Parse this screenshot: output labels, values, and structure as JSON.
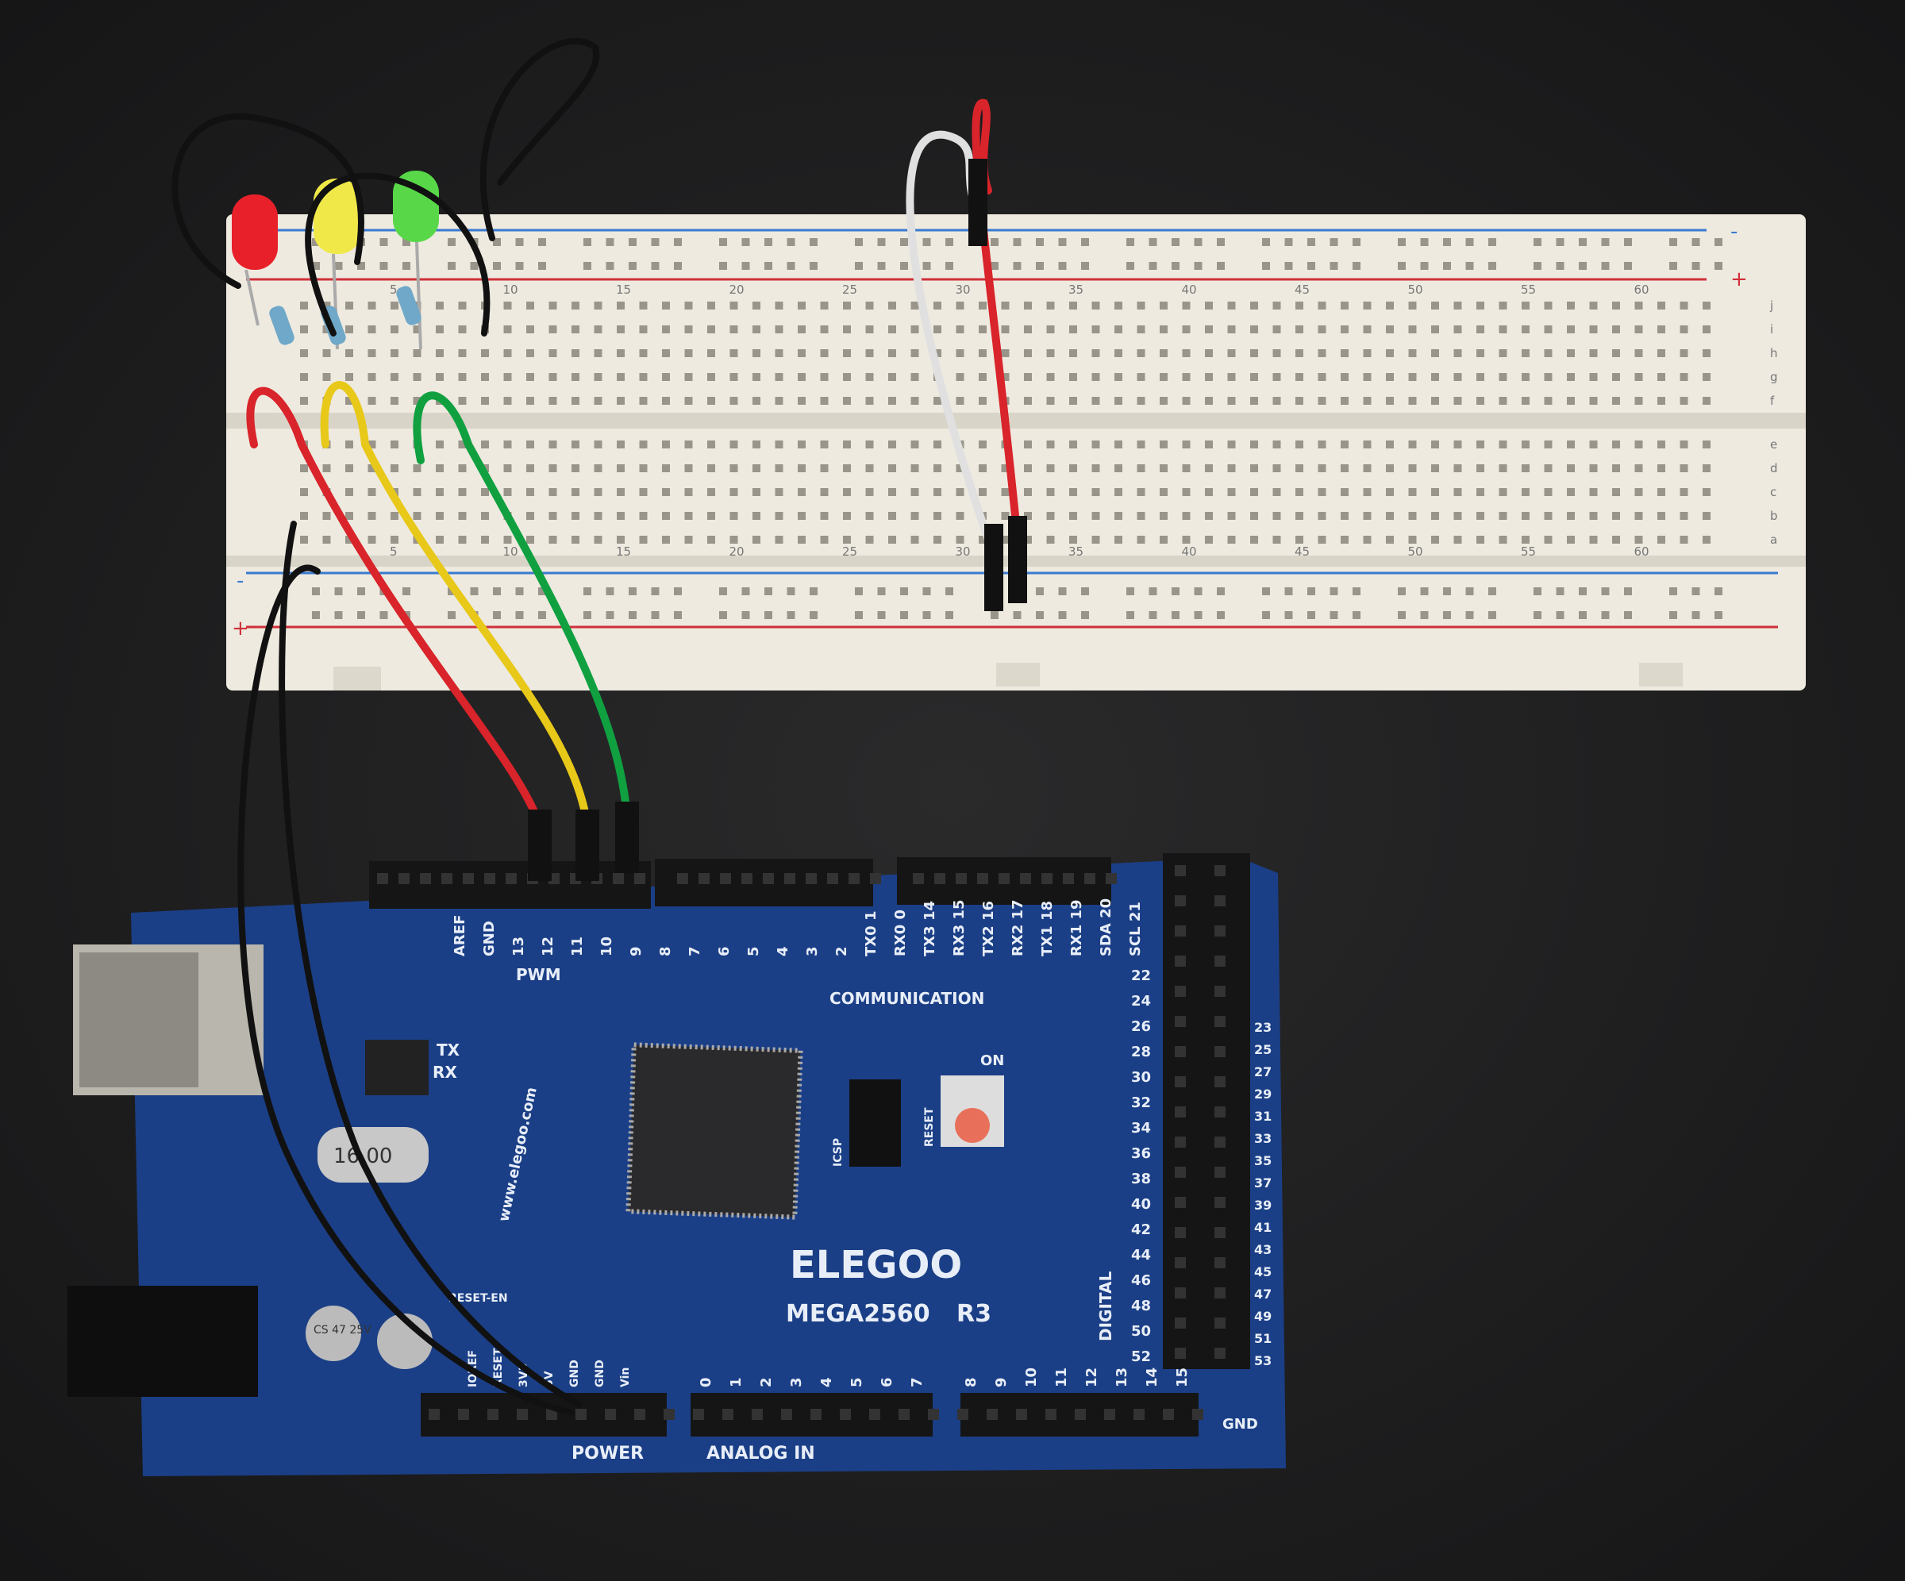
{
  "board": {
    "brand": "ELEGOO",
    "model": "MEGA2560",
    "revision": "R3",
    "website": "www.elegoo.com",
    "communication_label": "COMMUNICATION",
    "pwm_label": "PWM",
    "digital_label": "DIGITAL",
    "analog_label": "ANALOG  IN",
    "power_label": "POWER",
    "reset_label": "RESET",
    "icsp_label": "ICSP",
    "on_label": "ON",
    "tx_label": "TX",
    "rx_label": "RX",
    "reset_en_label": "RESET-EN",
    "crystal_label": "16.00",
    "capacitor_label": "CS 47 25V",
    "top_header_pins": [
      "AREF",
      "GND",
      "13",
      "12",
      "11",
      "10",
      "9",
      "8",
      "7",
      "6",
      "5",
      "4",
      "3",
      "2",
      "TX0 1",
      "RX0 0",
      "TX3 14",
      "RX3 15",
      "TX2 16",
      "RX2 17",
      "TX1 18",
      "RX1 19",
      "SDA 20",
      "SCL 21"
    ],
    "right_header_pins_left": [
      "22",
      "24",
      "26",
      "28",
      "30",
      "32",
      "34",
      "36",
      "38",
      "40",
      "42",
      "44",
      "46",
      "48",
      "50",
      "52"
    ],
    "right_header_pins_right": [
      "23",
      "25",
      "27",
      "29",
      "31",
      "33",
      "35",
      "37",
      "39",
      "41",
      "43",
      "45",
      "47",
      "49",
      "51",
      "53"
    ],
    "analog_pins": [
      "0",
      "1",
      "2",
      "3",
      "4",
      "5",
      "6",
      "7",
      "8",
      "9",
      "10",
      "11",
      "12",
      "13",
      "14",
      "15"
    ],
    "power_pins": [
      "IOREF",
      "RESET",
      "3V3",
      "5V",
      "GND",
      "GND",
      "Vin"
    ],
    "gnd_label": "GND",
    "colors": {
      "pcb": "#1b3f86",
      "header": "#151515",
      "chip": "#2a2a2c",
      "reset_button": "#e8705a"
    }
  },
  "breadboard": {
    "column_labels": [
      "5",
      "10",
      "15",
      "20",
      "25",
      "30",
      "35",
      "40",
      "45",
      "50",
      "55",
      "60"
    ],
    "row_labels_top": [
      "j",
      "i",
      "h",
      "g",
      "f"
    ],
    "row_labels_bottom": [
      "e",
      "d",
      "c",
      "b",
      "a"
    ],
    "rail_plus": "+",
    "rail_minus": "-",
    "colors": {
      "body": "#eeeae0",
      "rail_red": "#d0303a",
      "rail_blue": "#3a7ad0"
    }
  },
  "leds": [
    {
      "color": "red",
      "hex": "#e8202a"
    },
    {
      "color": "yellow",
      "hex": "#f0e848"
    },
    {
      "color": "green",
      "hex": "#58d848"
    }
  ],
  "wires": [
    {
      "color": "red",
      "hex": "#d8242a"
    },
    {
      "color": "yellow",
      "hex": "#e8c818"
    },
    {
      "color": "green",
      "hex": "#10a040"
    },
    {
      "color": "white",
      "hex": "#e0e0e0"
    },
    {
      "color": "black",
      "hex": "#111111"
    }
  ]
}
